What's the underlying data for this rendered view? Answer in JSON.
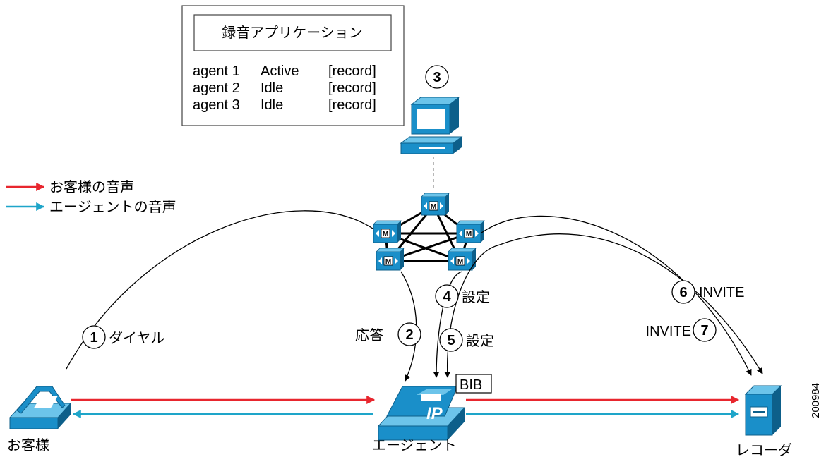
{
  "app_box": {
    "title": "録音アプリケーション",
    "rows": [
      {
        "agent": "agent 1",
        "state": "Active",
        "action": "[record]"
      },
      {
        "agent": "agent 2",
        "state": "Idle",
        "action": "[record]"
      },
      {
        "agent": "agent 3",
        "state": "Idle",
        "action": "[record]"
      }
    ]
  },
  "legend": {
    "items": [
      {
        "label": "お客様の音声",
        "color": "#e8262e"
      },
      {
        "label": "エージェントの音声",
        "color": "#1ea5c9"
      }
    ]
  },
  "nodes": {
    "customer": "お客様",
    "agent": "エージェント",
    "recorder": "レコーダ",
    "bib": "BIB",
    "ip": "IP",
    "server_badge": "M"
  },
  "steps": [
    {
      "num": "1",
      "label": "ダイヤル"
    },
    {
      "num": "2",
      "label": "応答"
    },
    {
      "num": "3",
      "label": ""
    },
    {
      "num": "4",
      "label": "設定"
    },
    {
      "num": "5",
      "label": "設定"
    },
    {
      "num": "6",
      "label": "INVITE"
    },
    {
      "num": "7",
      "label": "INVITE"
    }
  ],
  "figure_id": "200984",
  "colors": {
    "customer_voice": "#e8262e",
    "agent_voice": "#1ea5c9",
    "device_blue": "#1a8fc9",
    "device_dark": "#0d5f8a"
  },
  "icons": [
    "desktop-computer-icon",
    "ip-phone-icon",
    "telephone-icon",
    "recorder-server-icon",
    "call-manager-server-icon"
  ]
}
